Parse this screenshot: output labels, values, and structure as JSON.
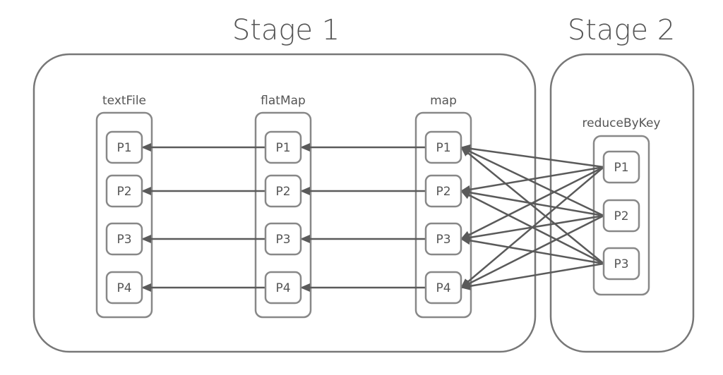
{
  "stages": [
    {
      "id": "stage1",
      "title": "Stage 1"
    },
    {
      "id": "stage2",
      "title": "Stage 2"
    }
  ],
  "rdds": [
    {
      "id": "textFile",
      "label": "textFile",
      "partitions": [
        "P1",
        "P2",
        "P3",
        "P4"
      ]
    },
    {
      "id": "flatMap",
      "label": "flatMap",
      "partitions": [
        "P1",
        "P2",
        "P3",
        "P4"
      ]
    },
    {
      "id": "map",
      "label": "map",
      "partitions": [
        "P1",
        "P2",
        "P3",
        "P4"
      ]
    },
    {
      "id": "reduceByKey",
      "label": "reduceByKey",
      "partitions": [
        "P1",
        "P2",
        "P3"
      ]
    }
  ],
  "edges": [
    {
      "from": "flatMap.P1",
      "to": "textFile.P1"
    },
    {
      "from": "flatMap.P2",
      "to": "textFile.P2"
    },
    {
      "from": "flatMap.P3",
      "to": "textFile.P3"
    },
    {
      "from": "flatMap.P4",
      "to": "textFile.P4"
    },
    {
      "from": "map.P1",
      "to": "flatMap.P1"
    },
    {
      "from": "map.P2",
      "to": "flatMap.P2"
    },
    {
      "from": "map.P3",
      "to": "flatMap.P3"
    },
    {
      "from": "map.P4",
      "to": "flatMap.P4"
    },
    {
      "from": "reduceByKey.P1",
      "to": "map.P1"
    },
    {
      "from": "reduceByKey.P1",
      "to": "map.P2"
    },
    {
      "from": "reduceByKey.P1",
      "to": "map.P3"
    },
    {
      "from": "reduceByKey.P1",
      "to": "map.P4"
    },
    {
      "from": "reduceByKey.P2",
      "to": "map.P1"
    },
    {
      "from": "reduceByKey.P2",
      "to": "map.P2"
    },
    {
      "from": "reduceByKey.P2",
      "to": "map.P3"
    },
    {
      "from": "reduceByKey.P2",
      "to": "map.P4"
    },
    {
      "from": "reduceByKey.P3",
      "to": "map.P1"
    },
    {
      "from": "reduceByKey.P3",
      "to": "map.P2"
    },
    {
      "from": "reduceByKey.P3",
      "to": "map.P3"
    },
    {
      "from": "reduceByKey.P3",
      "to": "map.P4"
    }
  ]
}
